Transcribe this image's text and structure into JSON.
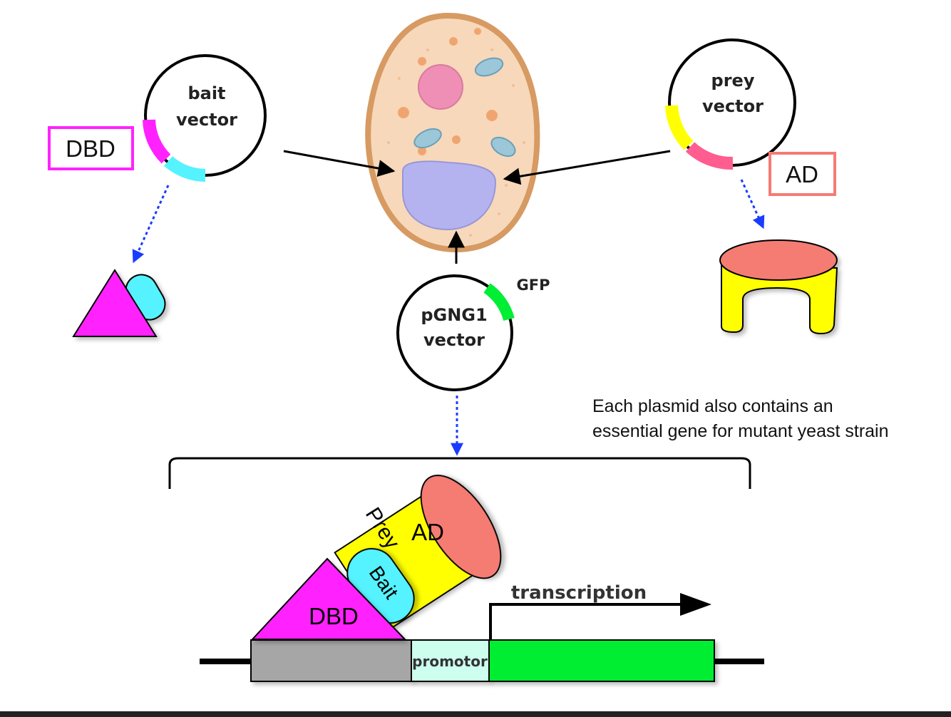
{
  "diagram": {
    "bait_vector": {
      "line1": "bait",
      "line2": "vector"
    },
    "prey_vector": {
      "line1": "prey",
      "line2": "vector"
    },
    "pgng1_vector": {
      "line1": "pGNG1",
      "line2": "vector"
    },
    "gfp_label": "GFP",
    "dbd_box_label": "DBD",
    "ad_box_label": "AD",
    "note_line1": "Each plasmid also contains an",
    "note_line2": "essential gene for mutant yeast strain",
    "complex": {
      "prey_label": "Prey",
      "ad_label": "AD",
      "bait_label": "Bait",
      "dbd_label": "DBD"
    },
    "transcription_label": "transcription",
    "promotor_label": "promotor"
  },
  "colors": {
    "magenta": "#ff22ff",
    "cyan": "#55f2ff",
    "yellow": "#ffff00",
    "salmon": "#f57b73",
    "pink": "#ff5d8f",
    "green": "#00ee33",
    "nucleus": "#b5b3ef",
    "cell": "#f7d8ba",
    "cell_border": "#d69a62",
    "arrow_blue": "#1a3cff",
    "gray_box": "#a6a6a6",
    "promotor_box": "#ccffee"
  }
}
